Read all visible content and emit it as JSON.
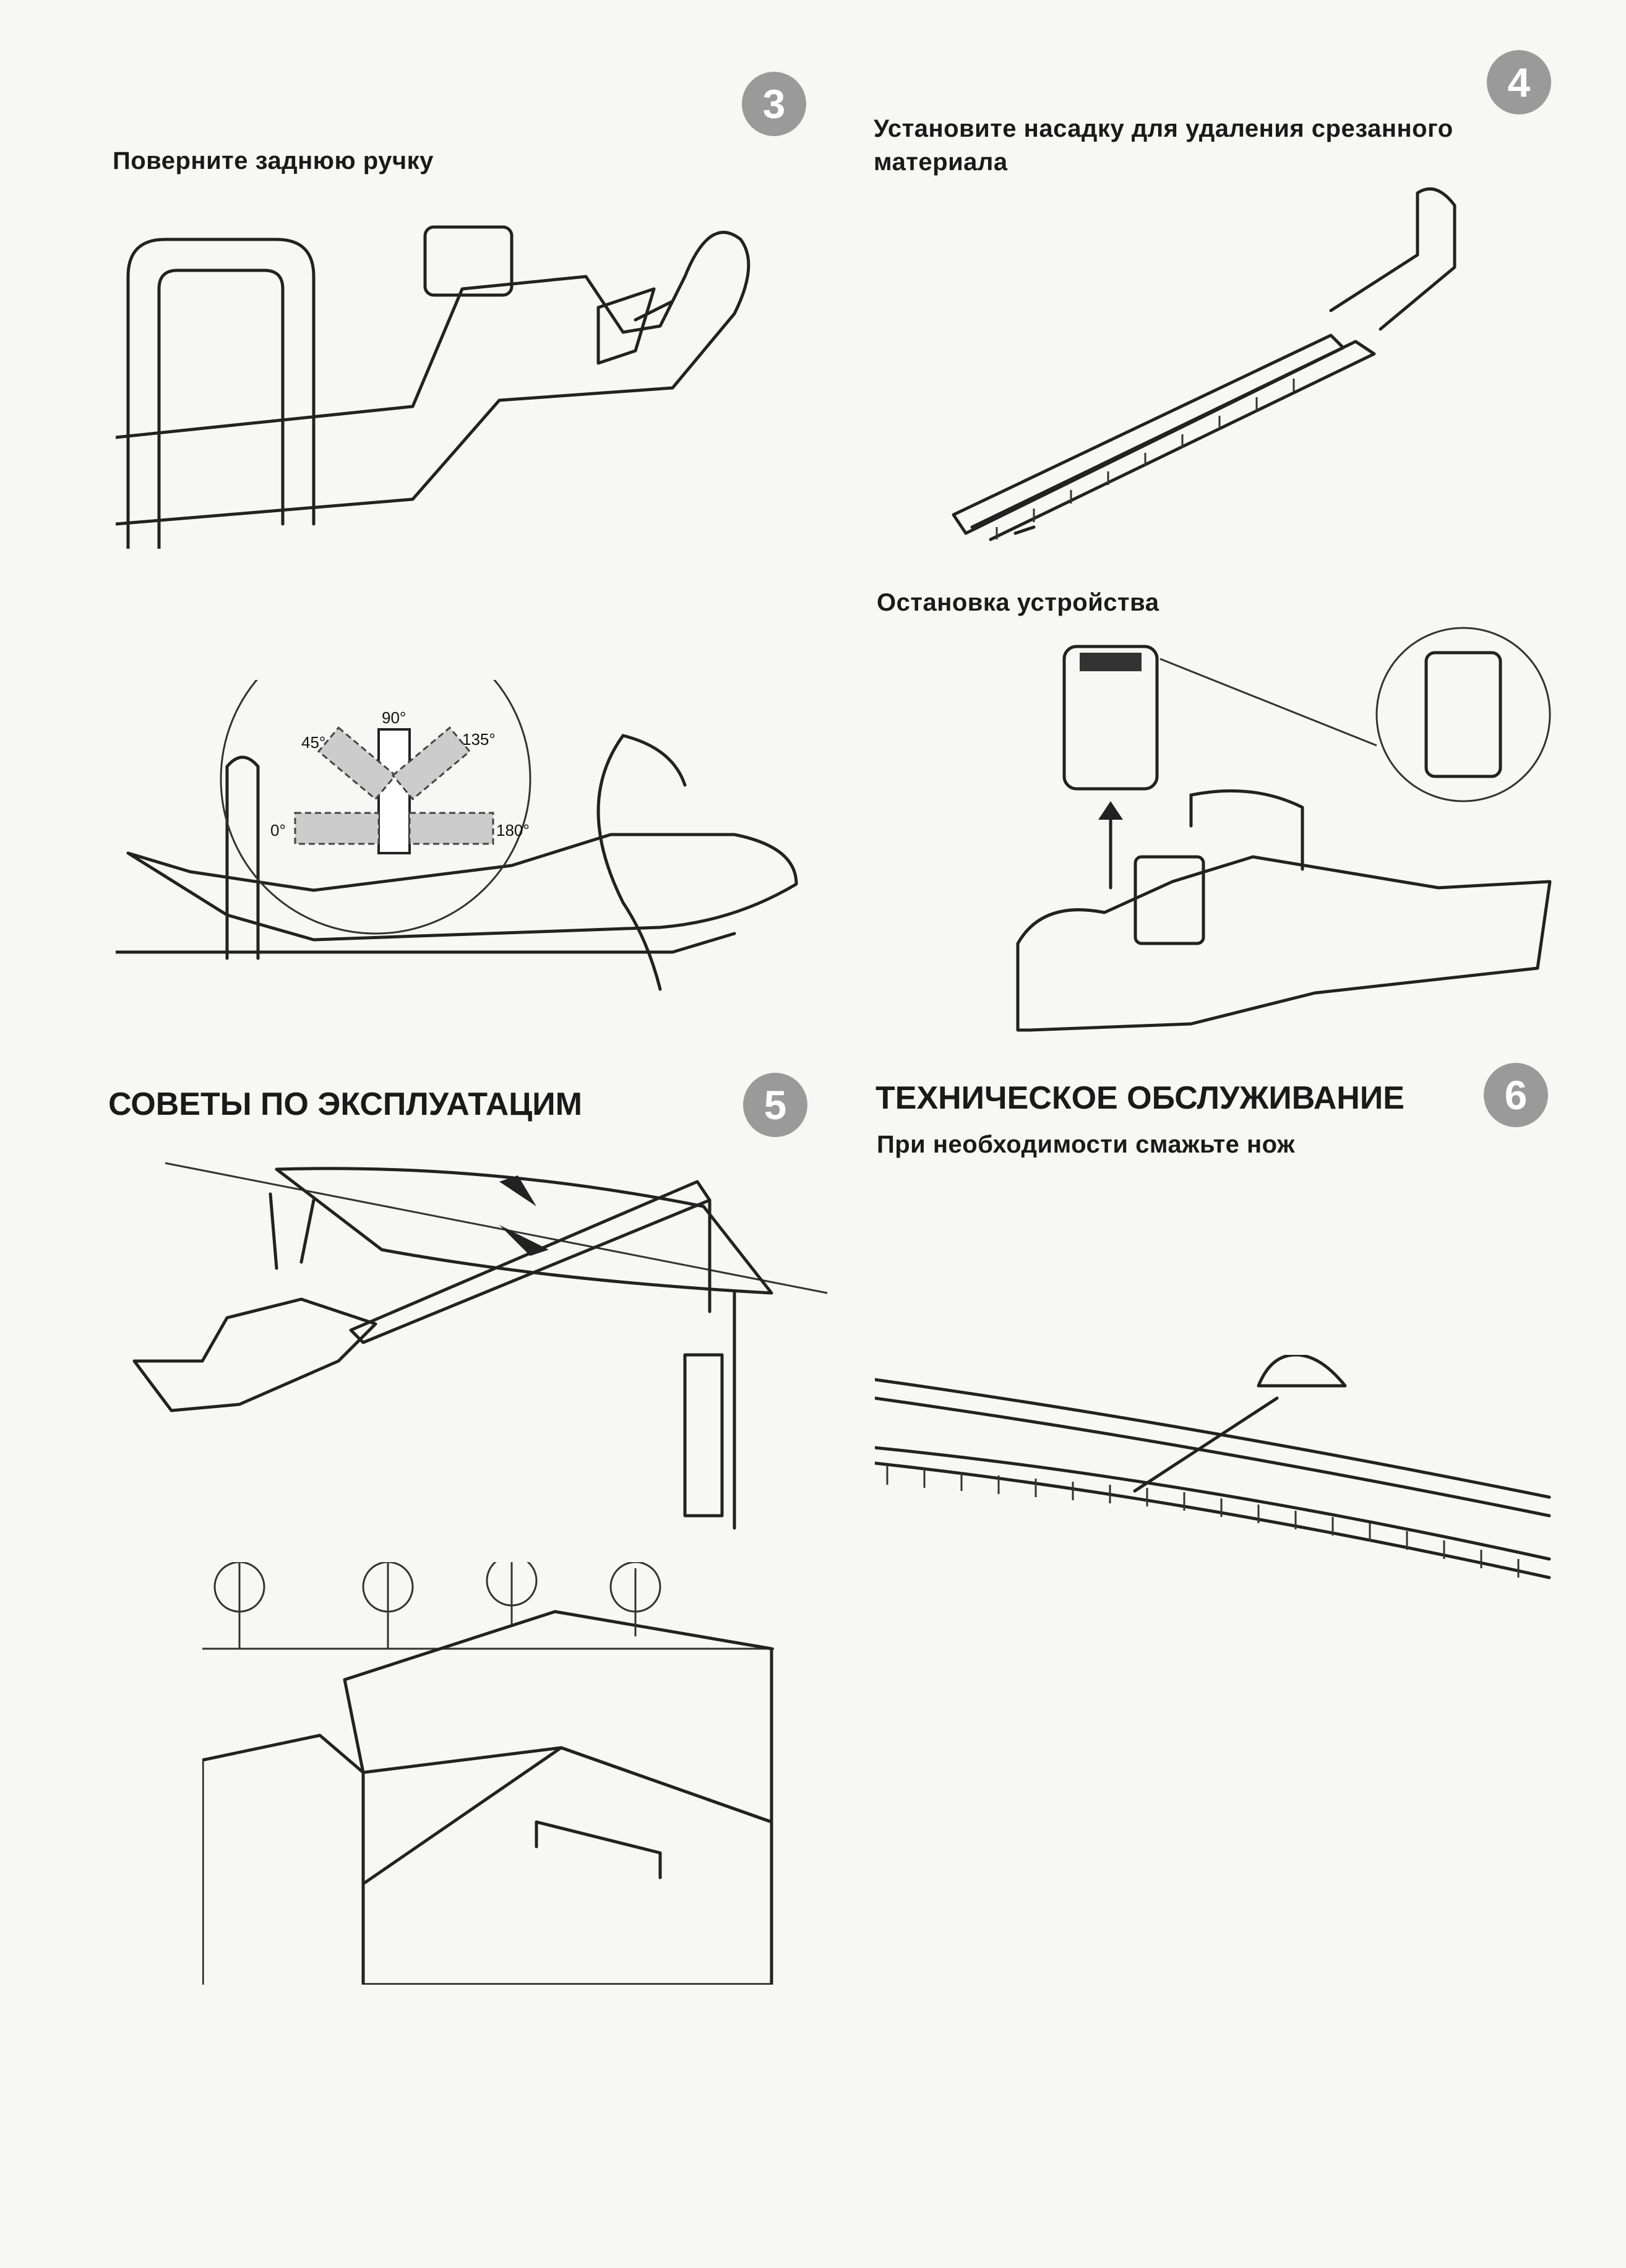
{
  "section3": {
    "badge": "3",
    "caption": "Поверните заднюю ручку",
    "angles": [
      "0°",
      "45°",
      "90°",
      "135°",
      "180°"
    ]
  },
  "section4": {
    "badge": "4",
    "caption_line1": "Установите насадку для удаления срезанного",
    "caption_line2": "материала",
    "caption2": "Остановка устройства"
  },
  "section5": {
    "badge": "5",
    "heading": "СОВЕТЫ ПО ЭКСПЛУАТАЦИМ"
  },
  "section6": {
    "badge": "6",
    "heading": "ТЕХНИЧЕСКОЕ ОБСЛУЖИВАНИЕ",
    "caption": "При необходимости смажьте нож"
  }
}
